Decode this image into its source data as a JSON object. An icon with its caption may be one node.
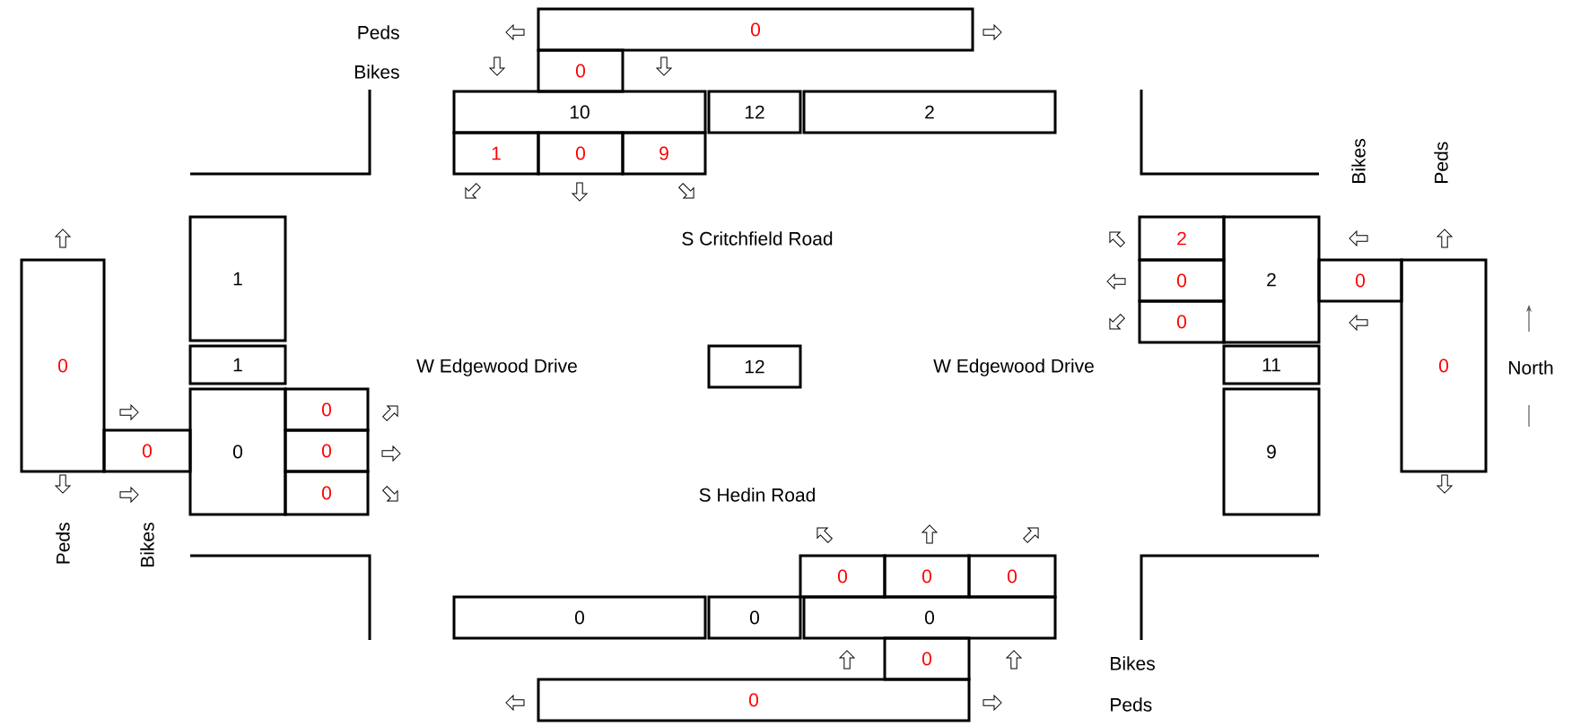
{
  "diagram": {
    "nodes": [
      {
        "text": [
          "0"
        ]
      },
      {
        "text": [
          "0"
        ]
      },
      {
        "text": [
          "10"
        ]
      },
      {
        "text": [
          "12"
        ]
      },
      {
        "text": [
          "2"
        ]
      },
      {
        "text": [
          "1"
        ]
      },
      {
        "text": [
          "0"
        ]
      },
      {
        "text": [
          "9"
        ]
      },
      {
        "text": [
          "1"
        ]
      },
      {
        "text": [
          "2"
        ]
      },
      {
        "text": [
          "0"
        ]
      },
      {
        "text": [
          "2"
        ]
      },
      {
        "text": [
          "0"
        ]
      },
      {
        "text": [
          "0"
        ]
      },
      {
        "text": [
          "0"
        ]
      },
      {
        "text": [
          "1"
        ]
      },
      {
        "text": [
          "0"
        ]
      },
      {
        "text": [
          "12"
        ]
      },
      {
        "text": [
          "11"
        ]
      },
      {
        "text": [
          "0"
        ]
      },
      {
        "text": [
          "0"
        ]
      },
      {
        "text": [
          "0"
        ]
      },
      {
        "text": [
          "0"
        ]
      },
      {
        "text": [
          "0"
        ]
      },
      {
        "text": [
          "9"
        ]
      },
      {
        "text": [
          "0"
        ]
      },
      {
        "text": [
          "0"
        ]
      },
      {
        "text": [
          "0"
        ]
      },
      {
        "text": [
          "0"
        ]
      },
      {
        "text": [
          "0"
        ]
      },
      {
        "text": [
          "0"
        ]
      },
      {
        "text": [
          "0"
        ]
      },
      {
        "text": [
          "0"
        ]
      }
    ],
    "labels": [
      "Peds",
      "Bikes",
      "Bikes",
      "Peds",
      "S Critchfield Road",
      "W Edgewood Drive",
      "W Edgewood Drive",
      "North",
      "S Hedin Road",
      "Peds",
      "Bikes",
      "Bikes",
      "Peds"
    ]
  }
}
